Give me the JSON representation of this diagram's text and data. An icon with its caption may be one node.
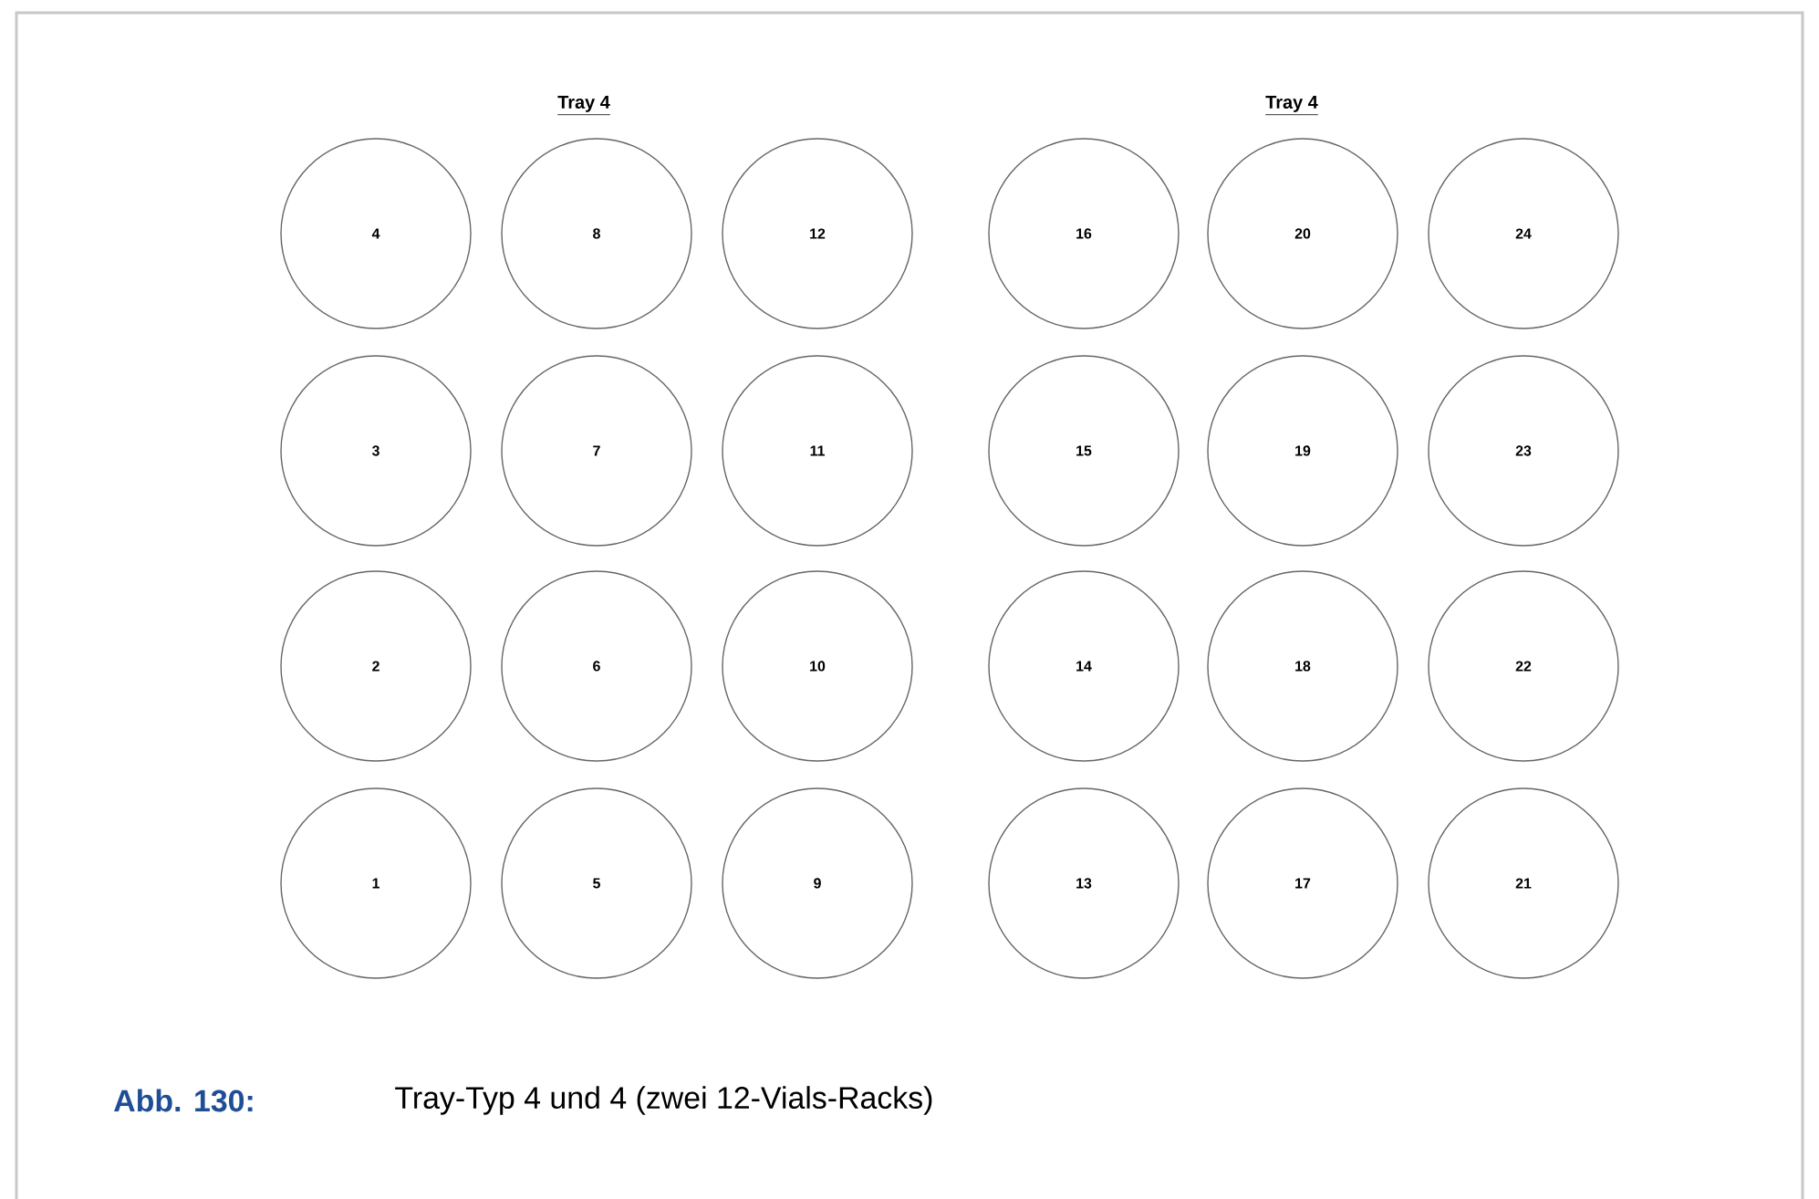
{
  "diagram": {
    "caption": "Tray-Typ 4 und 4 (zwei 12-Vials-Racks)",
    "nodes": [
      {
        "text": [
          "4"
        ]
      },
      {
        "text": [
          "8"
        ]
      },
      {
        "text": [
          "12"
        ]
      },
      {
        "text": [
          "16"
        ]
      },
      {
        "text": [
          "20"
        ]
      },
      {
        "text": [
          "24"
        ]
      },
      {
        "text": [
          "3"
        ]
      },
      {
        "text": [
          "7"
        ]
      },
      {
        "text": [
          "11"
        ]
      },
      {
        "text": [
          "15"
        ]
      },
      {
        "text": [
          "19"
        ]
      },
      {
        "text": [
          "23"
        ]
      },
      {
        "text": [
          "2"
        ]
      },
      {
        "text": [
          "6"
        ]
      },
      {
        "text": [
          "10"
        ]
      },
      {
        "text": [
          "14"
        ]
      },
      {
        "text": [
          "18"
        ]
      },
      {
        "text": [
          "22"
        ]
      },
      {
        "text": [
          "1"
        ]
      },
      {
        "text": [
          "5"
        ]
      },
      {
        "text": [
          "9"
        ]
      },
      {
        "text": [
          "13"
        ]
      },
      {
        "text": [
          "17"
        ]
      },
      {
        "text": [
          "21"
        ]
      }
    ],
    "labels": [
      "Tray 4",
      "Tray 4",
      "Abb. 130:"
    ]
  }
}
